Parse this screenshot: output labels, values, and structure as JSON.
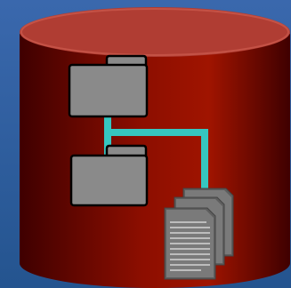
{
  "illustration": {
    "subject": "database-file-storage-icon",
    "parts": [
      "cylinder",
      "parent-folder",
      "child-folder",
      "connector",
      "document-stack"
    ]
  },
  "colors": {
    "background_top": "#3a68ad",
    "background_bottom": "#24548f",
    "cylinder_dark": "#3f0000",
    "cylinder_mid": "#8c0e00",
    "cylinder_light": "#a01400",
    "cylinder_top": "#b03d33",
    "cylinder_rim": "#c45246",
    "folder_fill": "#8a8a8a",
    "folder_outline": "#000000",
    "connector": "#36c6c0",
    "document_fill": "#7a7a7a",
    "document_line": "#bdbdbd"
  }
}
